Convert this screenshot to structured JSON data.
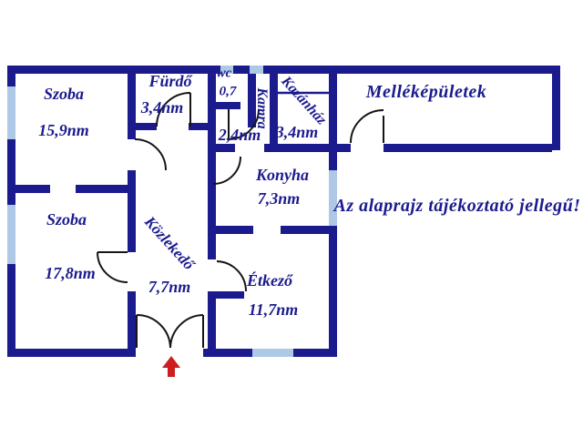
{
  "plan": {
    "rooms": [
      {
        "name": "Szoba",
        "area": "15,9nm"
      },
      {
        "name": "Fürdő",
        "area": "3,4nm"
      },
      {
        "name": "wc",
        "area": "0,7"
      },
      {
        "name": "Kamra",
        "area": "2,4nm"
      },
      {
        "name": "Kazánház",
        "area": "3,4nm"
      },
      {
        "name": "Melléképületek",
        "area": ""
      },
      {
        "name": "Konyha",
        "area": "7,3nm"
      },
      {
        "name": "Szoba",
        "area": "17,8nm"
      },
      {
        "name": "Közlekedő",
        "area": "7,7nm"
      },
      {
        "name": "Étkező",
        "area": "11,7nm"
      }
    ],
    "disclaimer": "Az alaprajz tájékoztató jellegű!",
    "entrance_arrow": "up-arrow",
    "colors": {
      "wall": "#1b1b8e",
      "window": "#adc9e6",
      "door_line": "#151515",
      "arrow": "#cc2020",
      "text": "#1b1b8e",
      "background": "#ffffff"
    }
  }
}
